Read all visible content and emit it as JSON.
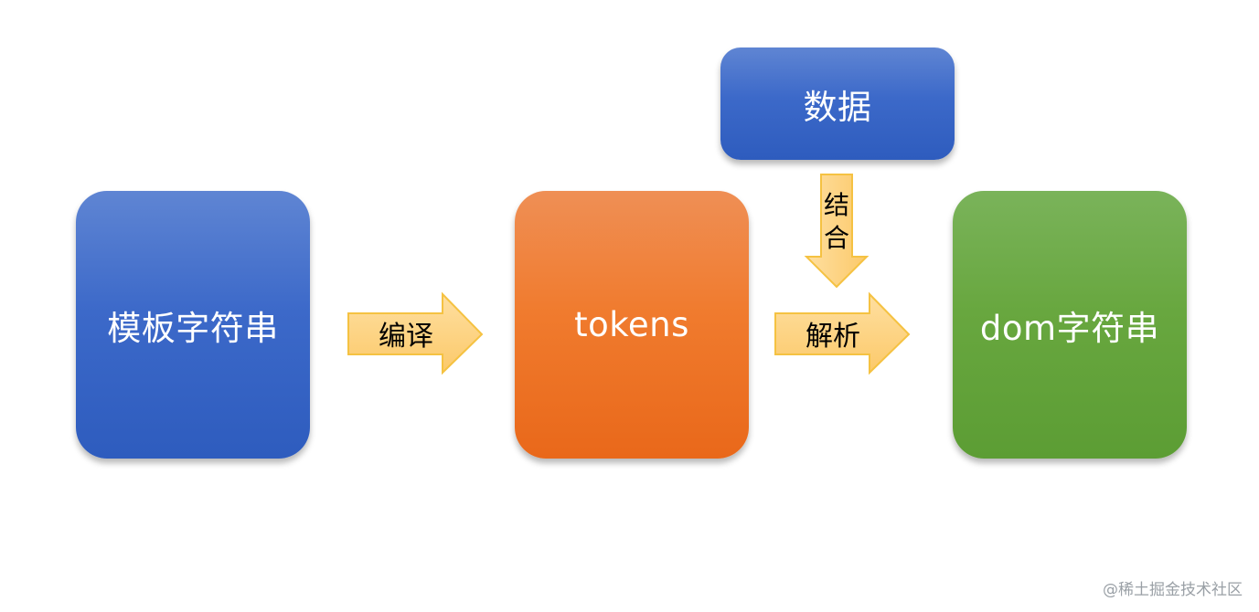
{
  "nodes": {
    "template_string": "模板字符串",
    "tokens": "tokens",
    "dom_string": "dom字符串",
    "data": "数据"
  },
  "edges": {
    "compile": "编译",
    "parse": "解析",
    "combine_chars": [
      "结",
      "合"
    ]
  },
  "watermark": "@稀土掘金技术社区",
  "colors": {
    "blue": "#3c69c9",
    "orange": "#f07b2e",
    "green": "#68a73f",
    "arrow_fill": "#fdd589",
    "arrow_stroke": "#f5c242"
  }
}
